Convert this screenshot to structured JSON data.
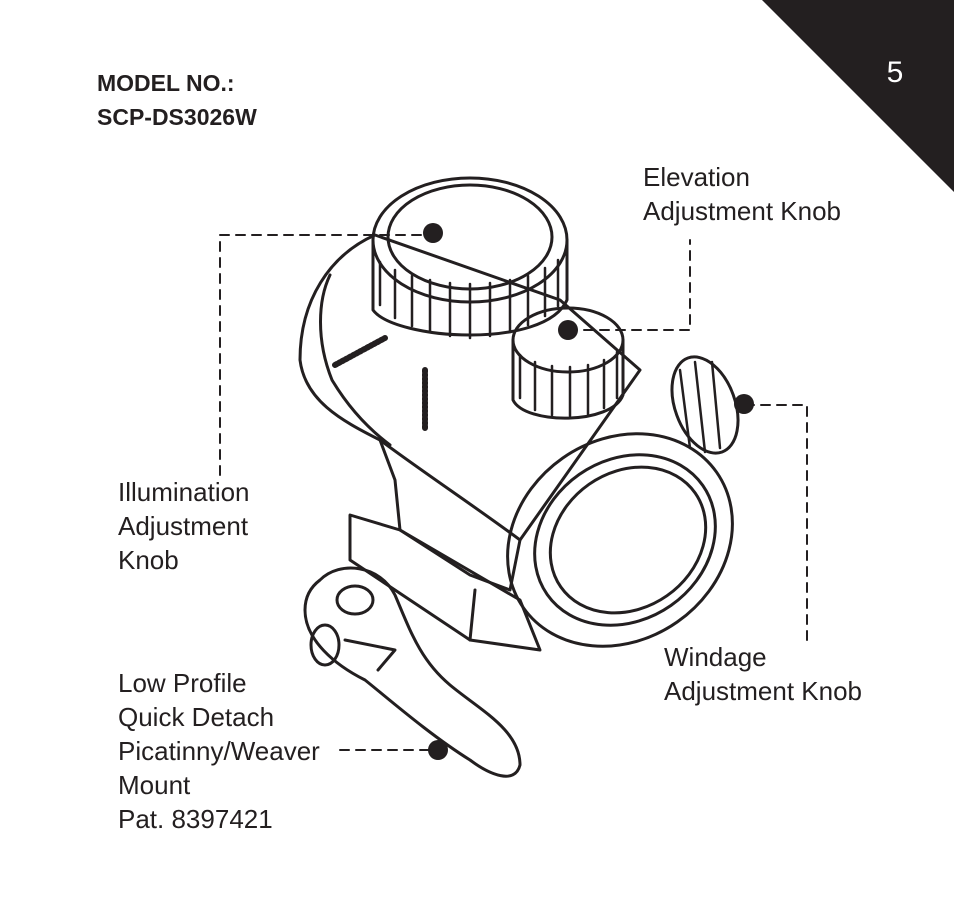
{
  "page_number": "5",
  "model": {
    "label": "MODEL NO.:",
    "number": "SCP-DS3026W"
  },
  "callouts": {
    "elevation": {
      "line1": "Elevation",
      "line2": "Adjustment Knob"
    },
    "illumination": {
      "line1": "Illumination",
      "line2": "Adjustment",
      "line3": "Knob"
    },
    "mount": {
      "line1": "Low Profile",
      "line2": "Quick Detach",
      "line3": "Picatinny/Weaver",
      "line4": "Mount",
      "line5": "Pat. 8397421"
    },
    "windage": {
      "line1": "Windage",
      "line2": "Adjustment Knob"
    }
  },
  "colors": {
    "ink": "#231f20",
    "corner": "#231f20",
    "background": "#ffffff"
  }
}
